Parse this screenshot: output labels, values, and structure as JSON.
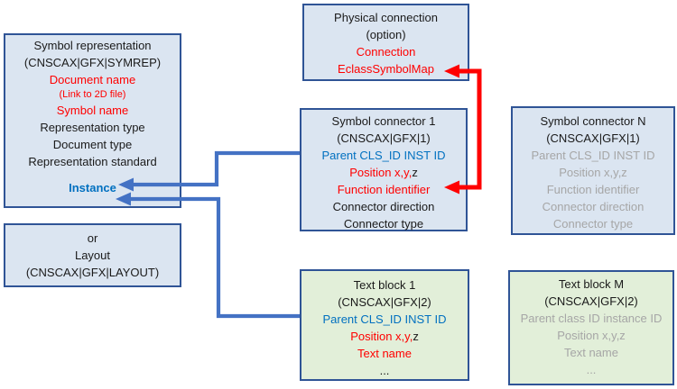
{
  "diagram": {
    "boxes": {
      "symbol_representation": {
        "title": "Symbol representation",
        "code": "(CNSCAX|GFX|SYMREP)",
        "document_name": "Document name",
        "link_note": "(Link to 2D file)",
        "symbol_name": "Symbol name",
        "representation_type": "Representation type",
        "document_type": "Document type",
        "representation_standard": "Representation standard",
        "instance": "Instance"
      },
      "layout_alt": {
        "or_label": "or",
        "title": "Layout",
        "code": "(CNSCAX|GFX|LAYOUT)"
      },
      "physical_connection": {
        "title": "Physical connection",
        "option": "(option)",
        "connection": "Connection",
        "eclass_symbol_map": "EclassSymbolMap"
      },
      "symbol_connector_1": {
        "title": "Symbol connector 1",
        "code": "(CNSCAX|GFX|1)",
        "parent": "Parent CLS_ID INST ID",
        "position_red": "Position x,y,",
        "position_suffix": "z",
        "function_identifier": "Function identifier",
        "connector_direction": "Connector direction",
        "connector_type": "Connector type"
      },
      "symbol_connector_n": {
        "title": "Symbol connector N",
        "code": "(CNSCAX|GFX|1)",
        "parent": "Parent CLS_ID INST ID",
        "position": "Position x,y,z",
        "function_identifier": "Function identifier",
        "connector_direction": "Connector direction",
        "connector_type": "Connector type"
      },
      "text_block_1": {
        "title": "Text block 1",
        "code": "(CNSCAX|GFX|2)",
        "parent": "Parent CLS_ID INST ID",
        "position_red": "Position x,y,",
        "position_suffix": "z",
        "text_name": "Text name",
        "ellipsis": "..."
      },
      "text_block_m": {
        "title": "Text block M",
        "code": "(CNSCAX|GFX|2)",
        "parent": "Parent class ID instance ID",
        "position": "Position x,y,z",
        "text_name": "Text name",
        "ellipsis": "..."
      }
    },
    "colors": {
      "box_blue_fill": "#dbe5f1",
      "box_green_fill": "#e2efd9",
      "box_border": "#2f5496",
      "arrow_blue": "#4472c4",
      "arrow_red": "#ff0000",
      "text_red": "#ff0000",
      "text_blue": "#0070c0",
      "text_gray": "#a6a6a6"
    }
  }
}
